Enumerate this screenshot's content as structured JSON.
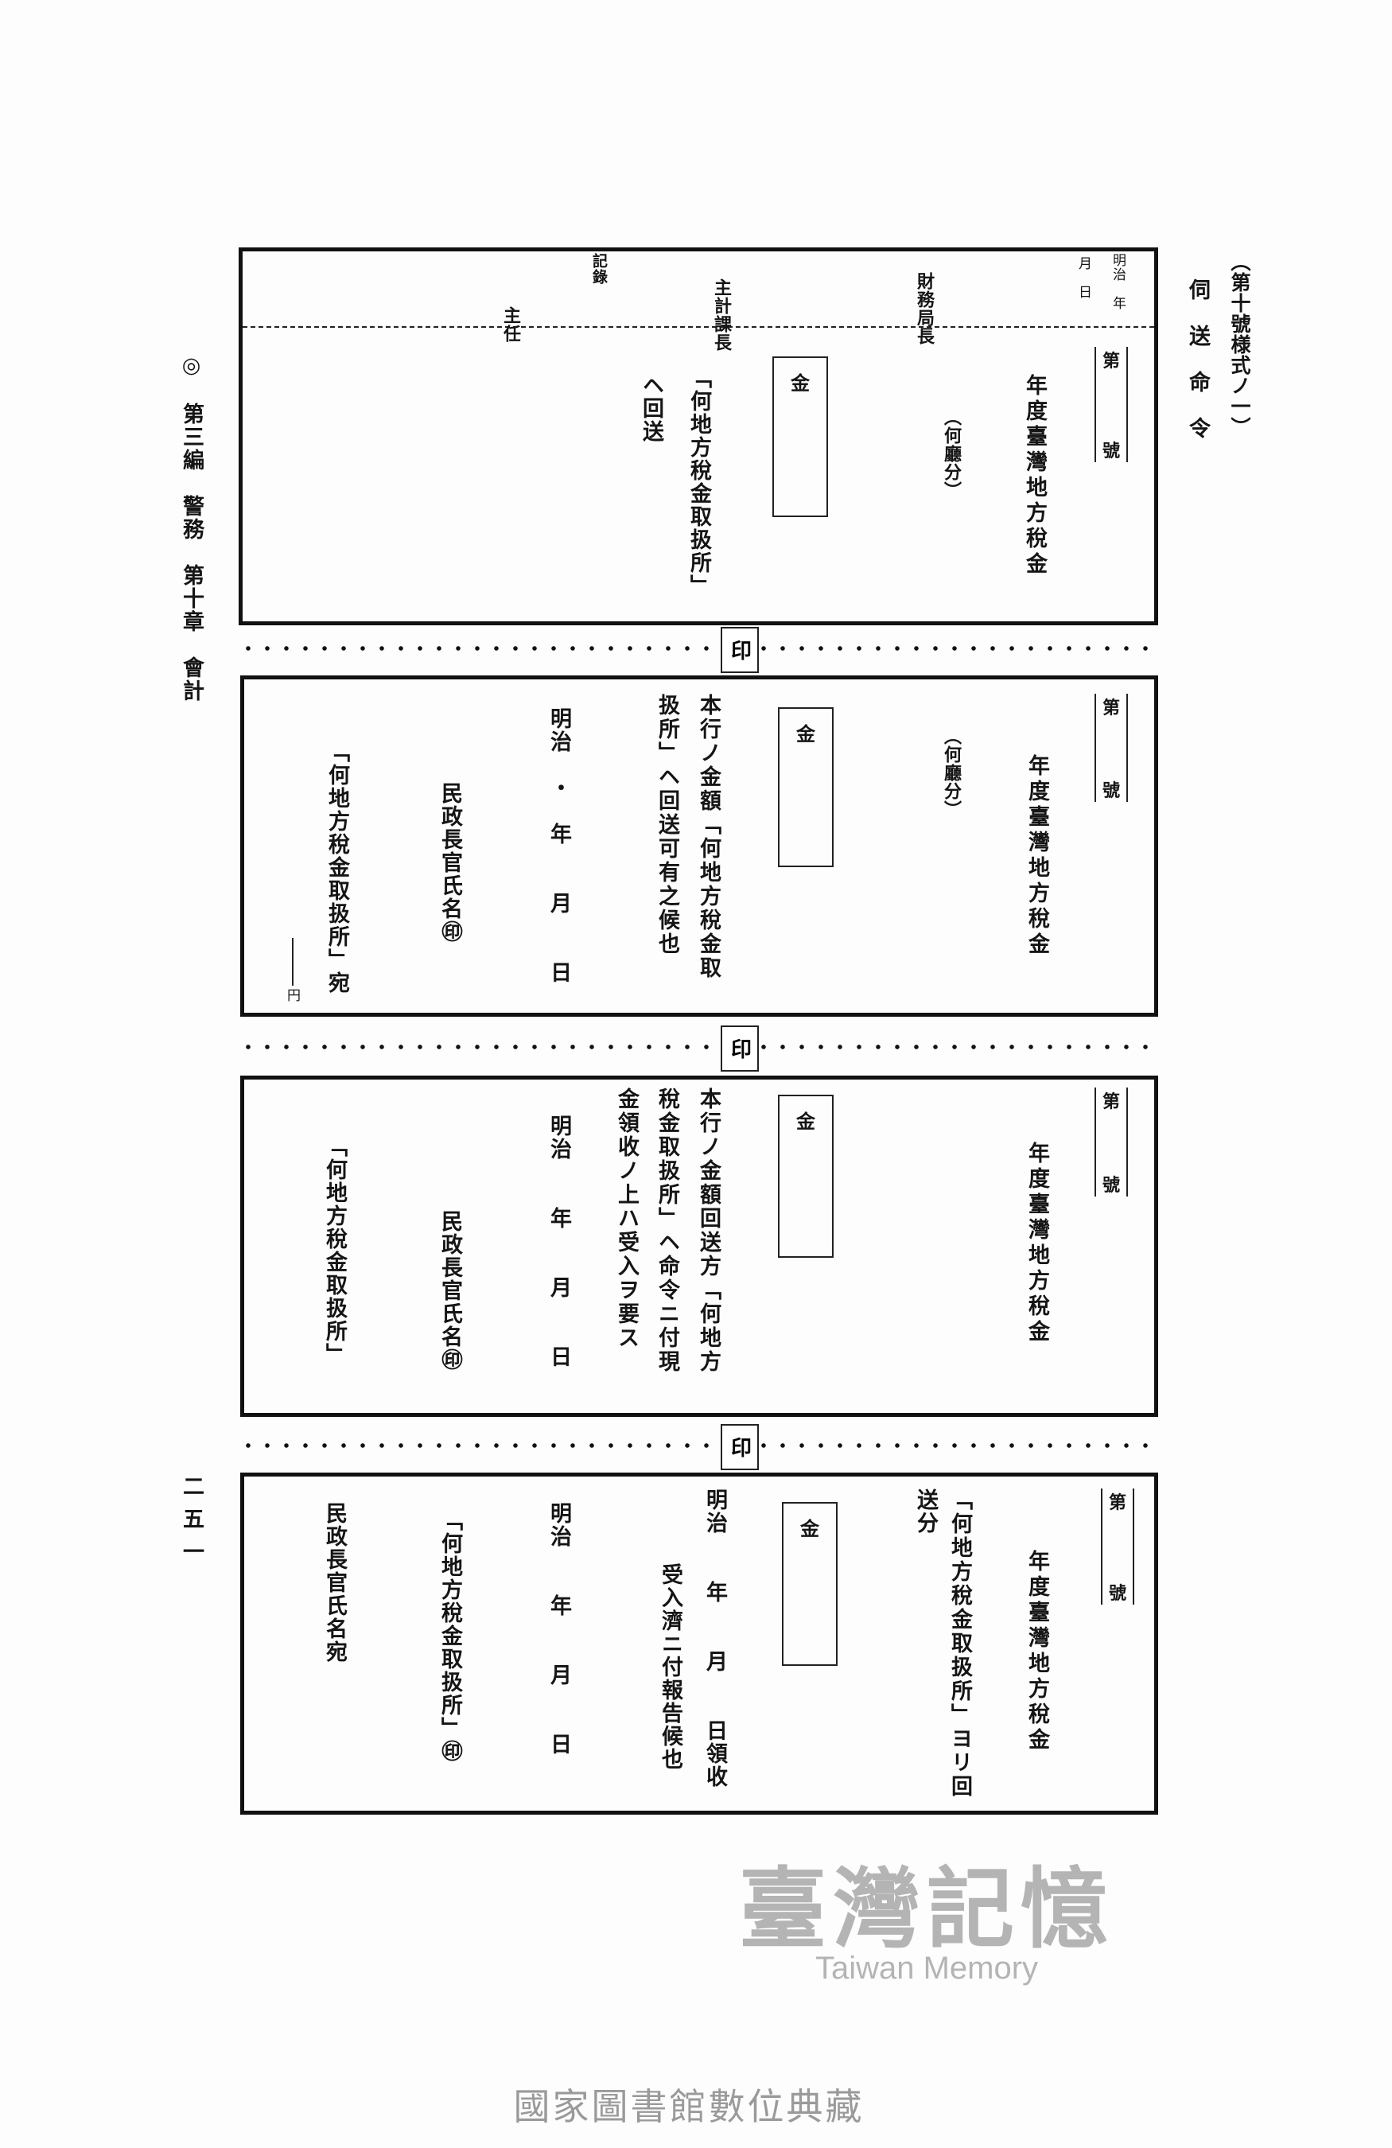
{
  "header": {
    "form_number": "（第十號様式ノ一）",
    "title": "伺　送　命　令"
  },
  "margin": {
    "chapter": "◎　第三編　警務　第十章　會計",
    "page_number": "二五一"
  },
  "seal_label": "印",
  "panels": [
    {
      "date_header": [
        "明治　年",
        "月　日"
      ],
      "signatures": {
        "finance_director": "財務局長",
        "accounting_chief": "主計課長",
        "recorder": "記錄",
        "officer": "主任"
      },
      "number": [
        "第",
        "號"
      ],
      "title": "年度臺灣地方稅金",
      "district": "（何廳分）",
      "amount_label": "金",
      "body": [
        "「何地方稅金取扱所」",
        "ヘ回送"
      ]
    },
    {
      "number": [
        "第",
        "號"
      ],
      "title": "年度臺灣地方稅金",
      "district": "（何廳分）",
      "amount_label": "金",
      "body": [
        "本行ノ金額「何地方稅金取",
        "扱所」ヘ回送可有之候也"
      ],
      "date": "明治　・　年　　月　　日",
      "signer": "民政長官氏名㊞",
      "addressee": "「何地方稅金取扱所」宛",
      "stub_mark": "円"
    },
    {
      "number": [
        "第",
        "號"
      ],
      "title": "年度臺灣地方稅金",
      "amount_label": "金",
      "body": [
        "本行ノ金額回送方「何地方",
        "稅金取扱所」ヘ命令ニ付現",
        "金領收ノ上ハ受入ヲ要ス"
      ],
      "date": "明治　　年　　月　　日",
      "signer": "民政長官氏名㊞",
      "addressee": "「何地方稅金取扱所」"
    },
    {
      "number": [
        "第",
        "號"
      ],
      "title": "年度臺灣地方稅金",
      "amount_label": "金",
      "body": [
        "「何地方稅金取扱所」ヨリ回",
        "送分",
        "明治　　年　　月　　日領收",
        "受入濟ニ付報告候也"
      ],
      "date": "明治　　年　　月　　日",
      "signer": "「何地方稅金取扱所」㊞",
      "addressee": "民政長官氏名宛"
    }
  ],
  "watermark": {
    "cjk": "臺灣記憶",
    "en": "Taiwan Memory"
  },
  "footer": "國家圖書館數位典藏"
}
